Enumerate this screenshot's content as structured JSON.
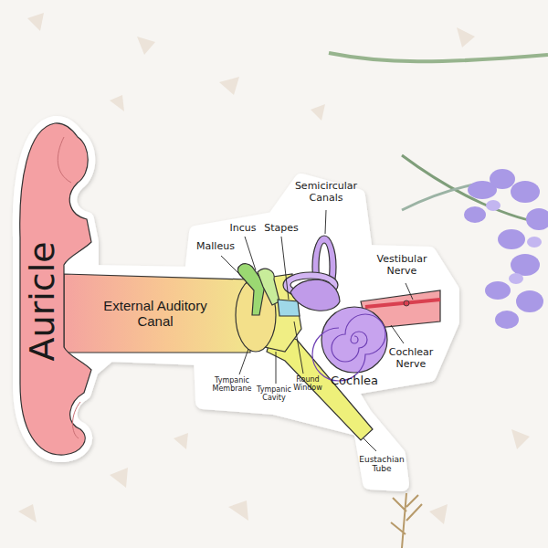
{
  "diagram": {
    "labels": [
      "Auricle",
      "External Auditory Canal",
      "Malleus",
      "Incus",
      "Stapes",
      "Semicircular Canals",
      "Vestibular Nerve",
      "Cochlear Nerve",
      "Cochlea",
      "Tympanic Membrane",
      "Tympanic Cavity",
      "Round Window",
      "Eustachian Tube"
    ]
  }
}
